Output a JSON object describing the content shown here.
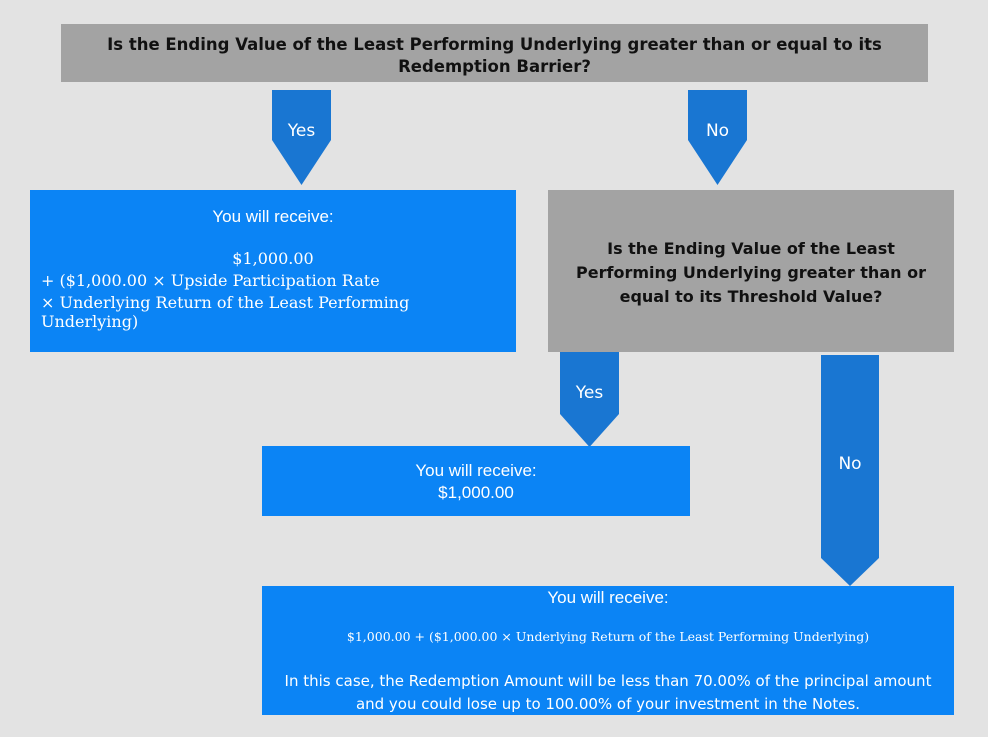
{
  "colors": {
    "background": "#e3e3e3",
    "question": "#a3a3a3",
    "answer": "#0b84f5",
    "arrow": "#1976d2"
  },
  "q1": {
    "text": "Is the Ending Value of the Least Performing Underlying greater than or equal to its Redemption Barrier?"
  },
  "q2": {
    "text": "Is the Ending Value of the Least Performing Underlying greater than or equal to its Threshold Value?"
  },
  "arrows": {
    "yes": "Yes",
    "no": "No"
  },
  "a1": {
    "heading": "You will receive:",
    "line1": "$1,000.00",
    "line2": "+ ($1,000.00 × Upside Participation Rate",
    "line3": "× Underlying Return of the Least Performing Underlying)"
  },
  "a2": {
    "heading": "You will receive:",
    "amount": "$1,000.00"
  },
  "a3": {
    "heading": "You will receive:",
    "formula": "$1,000.00 + ($1,000.00 × Underlying Return of the Least Performing Underlying)",
    "note": "In this case, the Redemption Amount will be less than 70.00% of the principal amount and you could lose up to 100.00% of your investment in the Notes."
  }
}
